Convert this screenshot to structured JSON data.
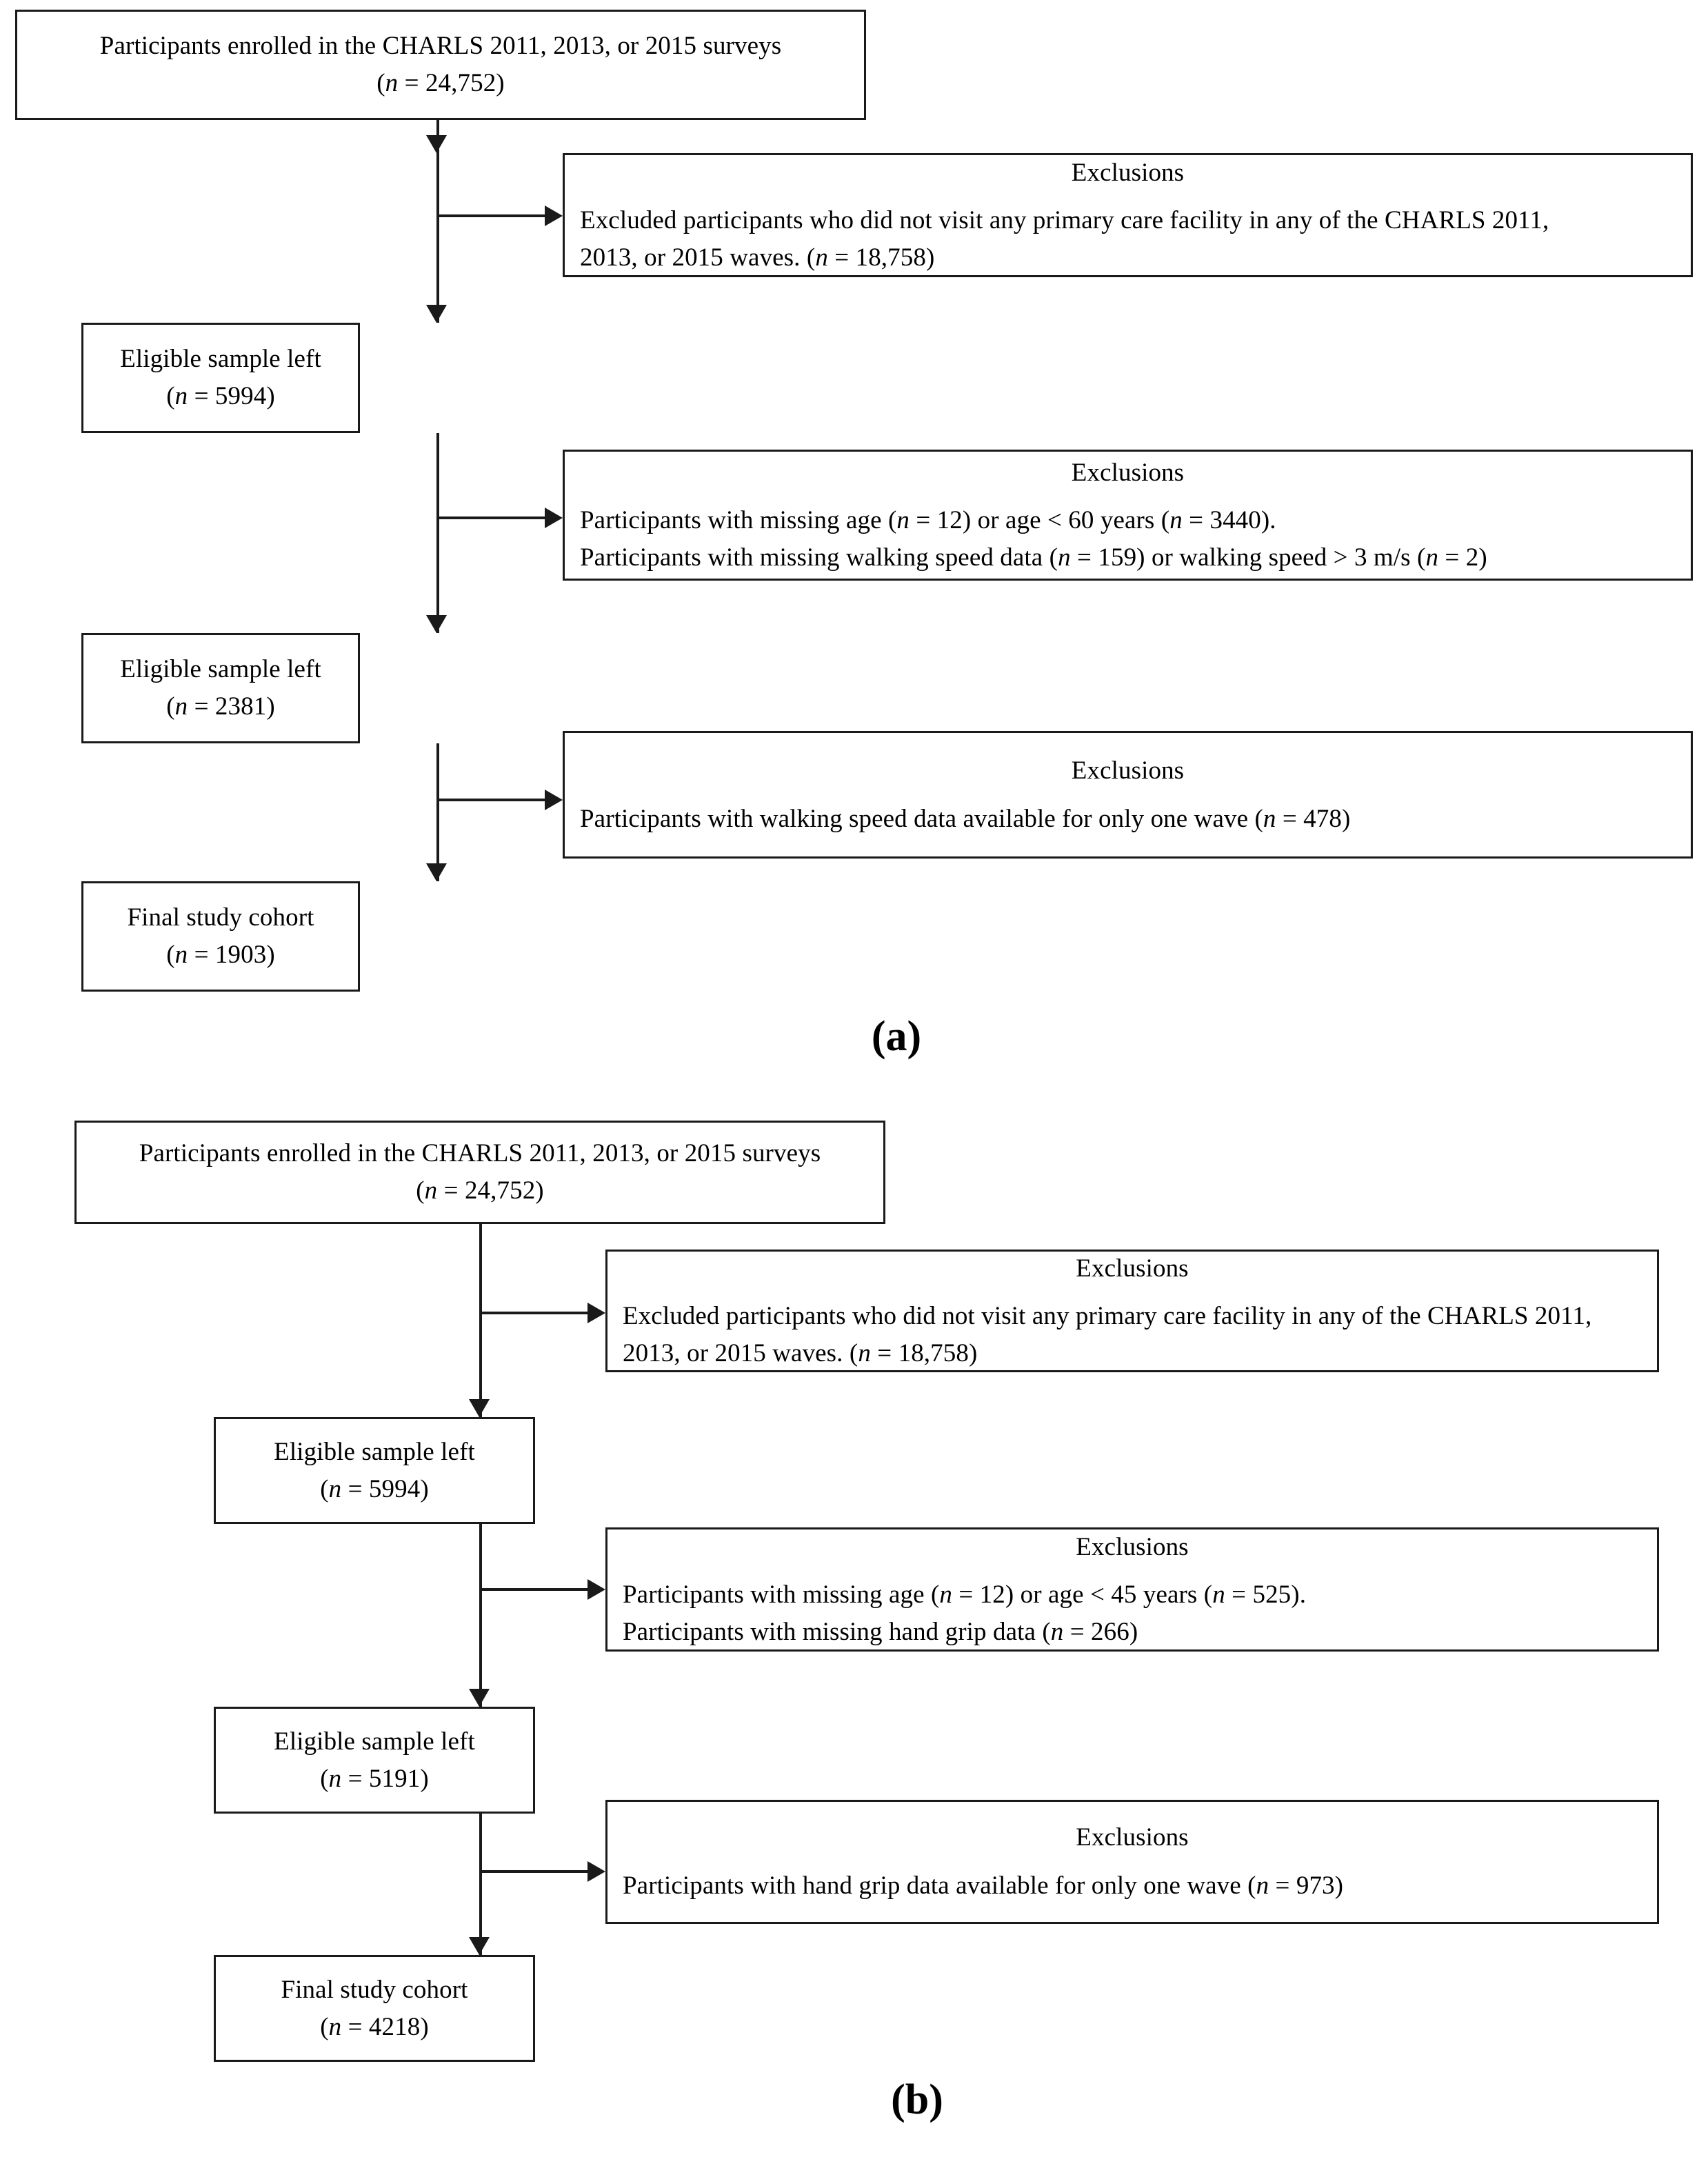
{
  "figure": {
    "type": "flowchart",
    "description": "Two-panel participant selection flow diagram (CHARLS cohort)",
    "panels": [
      {
        "caption": "(a)",
        "nodes": [
          {
            "id": "a-enrolled",
            "kind": "stage",
            "line1": "Participants enrolled in the CHARLS 2011, 2013, or 2015 surveys",
            "line2_prefix": "(",
            "line2_italic": "n",
            "line2_suffix": " = 24,752)"
          },
          {
            "id": "a-excl-1",
            "kind": "exclusion",
            "heading": "Exclusions",
            "body_lines": [
              "Excluded participants who did not visit any primary care facility in any of the CHARLS 2011,",
              "2013, or 2015 waves. (n = 18,758)"
            ]
          },
          {
            "id": "a-eligible-1",
            "kind": "stage",
            "line1": "Eligible sample left",
            "line2_prefix": "(",
            "line2_italic": "n",
            "line2_suffix": " = 5994)"
          },
          {
            "id": "a-excl-2",
            "kind": "exclusion",
            "heading": "Exclusions",
            "body_lines": [
              "Participants with missing age (n = 12) or age < 60 years (n = 3440).",
              "Participants with missing walking speed data (n = 159) or walking speed > 3 m/s (n = 2)"
            ]
          },
          {
            "id": "a-eligible-2",
            "kind": "stage",
            "line1": "Eligible sample left",
            "line2_prefix": "(",
            "line2_italic": "n",
            "line2_suffix": " = 2381)"
          },
          {
            "id": "a-excl-3",
            "kind": "exclusion",
            "heading": "Exclusions",
            "body_lines": [
              "Participants with walking speed data available for only one wave (n = 478)"
            ]
          },
          {
            "id": "a-final",
            "kind": "stage",
            "line1": "Final study cohort",
            "line2_prefix": "(",
            "line2_italic": "n",
            "line2_suffix": " = 1903)"
          }
        ]
      },
      {
        "caption": "(b)",
        "nodes": [
          {
            "id": "b-enrolled",
            "kind": "stage",
            "line1": "Participants enrolled in the CHARLS 2011, 2013, or 2015 surveys",
            "line2_prefix": "(",
            "line2_italic": "n",
            "line2_suffix": " = 24,752)"
          },
          {
            "id": "b-excl-1",
            "kind": "exclusion",
            "heading": "Exclusions",
            "body_lines": [
              "Excluded participants who did not visit any primary care facility in any of the CHARLS 2011,",
              "2013, or 2015 waves. (n = 18,758)"
            ]
          },
          {
            "id": "b-eligible-1",
            "kind": "stage",
            "line1": "Eligible sample left",
            "line2_prefix": "(",
            "line2_italic": "n",
            "line2_suffix": " = 5994)"
          },
          {
            "id": "b-excl-2",
            "kind": "exclusion",
            "heading": "Exclusions",
            "body_lines": [
              "Participants with missing age (n = 12) or age < 45 years (n = 525).",
              "Participants with missing hand grip data (n = 266)"
            ]
          },
          {
            "id": "b-eligible-2",
            "kind": "stage",
            "line1": "Eligible sample left",
            "line2_prefix": "(",
            "line2_italic": "n",
            "line2_suffix": " = 5191)"
          },
          {
            "id": "b-excl-3",
            "kind": "exclusion",
            "heading": "Exclusions",
            "body_lines": [
              "Participants with hand grip data available for only one wave (n = 973)"
            ]
          },
          {
            "id": "b-final",
            "kind": "stage",
            "line1": "Final study cohort",
            "line2_prefix": "(",
            "line2_italic": "n",
            "line2_suffix": " = 4218)"
          }
        ]
      }
    ]
  },
  "panel_a": {
    "caption": "(a)",
    "enrolled": {
      "line1": "Participants enrolled in the CHARLS 2011, 2013, or 2015 surveys",
      "n_open": "(",
      "n_sym": "n",
      "n_val": " = 24,752)"
    },
    "excl1": {
      "heading": "Exclusions",
      "l1a": "Excluded participants who did not visit any primary care facility in any of the CHARLS 2011,",
      "l2a": "2013, or 2015 waves. (",
      "l2sym": "n",
      "l2b": " = 18,758)"
    },
    "eligible1": {
      "line1": "Eligible sample left",
      "n_open": "(",
      "n_sym": "n",
      "n_val": " = 5994)"
    },
    "excl2": {
      "heading": "Exclusions",
      "l1a": "Participants with missing age (",
      "l1sym1": "n",
      "l1b": " = 12) or age < 60 years (",
      "l1sym2": "n",
      "l1c": " = 3440).",
      "l2a": "Participants with missing walking speed data (",
      "l2sym1": "n",
      "l2b": " = 159) or walking speed > 3 m/s (",
      "l2sym2": "n",
      "l2c": " = 2)"
    },
    "eligible2": {
      "line1": "Eligible sample left",
      "n_open": "(",
      "n_sym": "n",
      "n_val": " = 2381)"
    },
    "excl3": {
      "heading": "Exclusions",
      "l1a": "Participants with walking speed data available for only one wave (",
      "l1sym": "n",
      "l1b": " = 478)"
    },
    "final": {
      "line1": "Final study cohort",
      "n_open": "(",
      "n_sym": "n",
      "n_val": " = 1903)"
    }
  },
  "panel_b": {
    "caption": "(b)",
    "enrolled": {
      "line1": "Participants enrolled in the CHARLS 2011, 2013, or 2015 surveys",
      "n_open": "(",
      "n_sym": "n",
      "n_val": " = 24,752)"
    },
    "excl1": {
      "heading": "Exclusions",
      "l1a": "Excluded participants who did not visit any primary care facility in any of the CHARLS 2011,",
      "l2a": "2013, or 2015 waves. (",
      "l2sym": "n",
      "l2b": " = 18,758)"
    },
    "eligible1": {
      "line1": "Eligible sample left",
      "n_open": "(",
      "n_sym": "n",
      "n_val": " = 5994)"
    },
    "excl2": {
      "heading": "Exclusions",
      "l1a": "Participants with missing age (",
      "l1sym1": "n",
      "l1b": " = 12) or age < 45 years (",
      "l1sym2": "n",
      "l1c": " = 525).",
      "l2a": "Participants with missing hand grip data (",
      "l2sym1": "n",
      "l2b": " = 266)"
    },
    "eligible2": {
      "line1": "Eligible sample left",
      "n_open": "(",
      "n_sym": "n",
      "n_val": " = 5191)"
    },
    "excl3": {
      "heading": "Exclusions",
      "l1a": "Participants with hand grip data available for only one wave (",
      "l1sym": "n",
      "l1b": " = 973)"
    },
    "final": {
      "line1": "Final study cohort",
      "n_open": "(",
      "n_sym": "n",
      "n_val": " = 4218)"
    }
  },
  "colors": {
    "stroke": "#1a1a1a",
    "background": "#ffffff",
    "text": "#000000"
  }
}
